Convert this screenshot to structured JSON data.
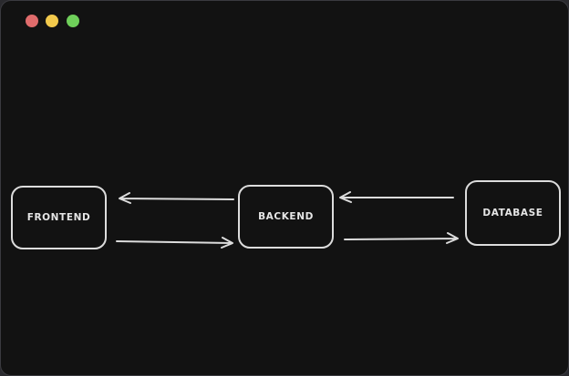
{
  "window": {
    "controls": [
      {
        "name": "close",
        "color": "#e06c6c"
      },
      {
        "name": "minimize",
        "color": "#f2c94c"
      },
      {
        "name": "maximize",
        "color": "#6fcf5a"
      }
    ]
  },
  "diagram": {
    "nodes": [
      {
        "id": "frontend",
        "label": "FRONTEND"
      },
      {
        "id": "backend",
        "label": "BACKEND"
      },
      {
        "id": "database",
        "label": "DATABASE"
      }
    ],
    "edges": [
      {
        "from": "backend",
        "to": "frontend"
      },
      {
        "from": "frontend",
        "to": "backend"
      },
      {
        "from": "database",
        "to": "backend"
      },
      {
        "from": "backend",
        "to": "database"
      }
    ],
    "stroke_color": "#dcdcdc",
    "background_color": "#121212"
  }
}
